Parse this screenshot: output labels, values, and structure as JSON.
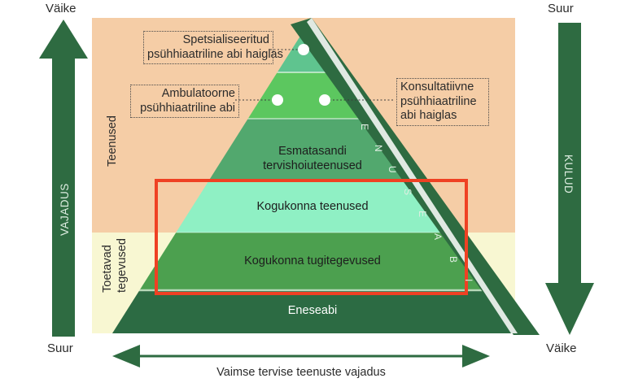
{
  "diagram": {
    "title_axis_bottom": "Vaimse tervise teenuste vajadus",
    "left_axis": {
      "name": "VAJADUS",
      "top_label": "Väike",
      "bottom_label": "Suur"
    },
    "right_axis": {
      "name": "KULUD",
      "top_label": "Suur",
      "bottom_label": "Väike"
    },
    "categories": [
      {
        "label": "Teenused",
        "color": "#f5cda6"
      },
      {
        "label": "Toetavad\ntegevused",
        "color": "#f8f7d2"
      }
    ],
    "side_band": {
      "text": "ENUSEABI",
      "letters": [
        "E",
        "N",
        "U",
        "S",
        "E",
        "A",
        "B",
        "I"
      ],
      "color": "#2e6b41"
    },
    "pyramid": {
      "tiers": [
        {
          "id": "tier-1",
          "label": "",
          "color": "#5fc48f"
        },
        {
          "id": "tier-2",
          "label": "",
          "color": "#5cc75f"
        },
        {
          "id": "tier-3",
          "label": "Esmatasandi\ntervishoiuteenused",
          "color": "#52a86e"
        },
        {
          "id": "tier-4",
          "label": "Kogukonna teenused",
          "color": "#8ff0c4"
        },
        {
          "id": "tier-5",
          "label": "Kogukonna tugitegevused",
          "color": "#4ca04f"
        },
        {
          "id": "tier-6",
          "label": "Eneseabi",
          "color": "#2c6b43"
        }
      ]
    },
    "callouts": [
      {
        "id": "callout-specialist",
        "text": "Spetsialiseeritud\npsühhiaatriline abi haiglas"
      },
      {
        "id": "callout-outpatient",
        "text": "Ambulatoorne\npsühhiaatriline abi"
      },
      {
        "id": "callout-consult",
        "text": "Konsultatiivne\npsühhiaatriline\nabi haiglas"
      }
    ],
    "highlight": {
      "name": "focus-rectangle",
      "color": "#ef4123"
    },
    "colors": {
      "arrow_green": "#2e6b41",
      "highlight_red": "#ef4123",
      "services_band": "#f5cda6",
      "support_band": "#f8f7d2"
    }
  }
}
